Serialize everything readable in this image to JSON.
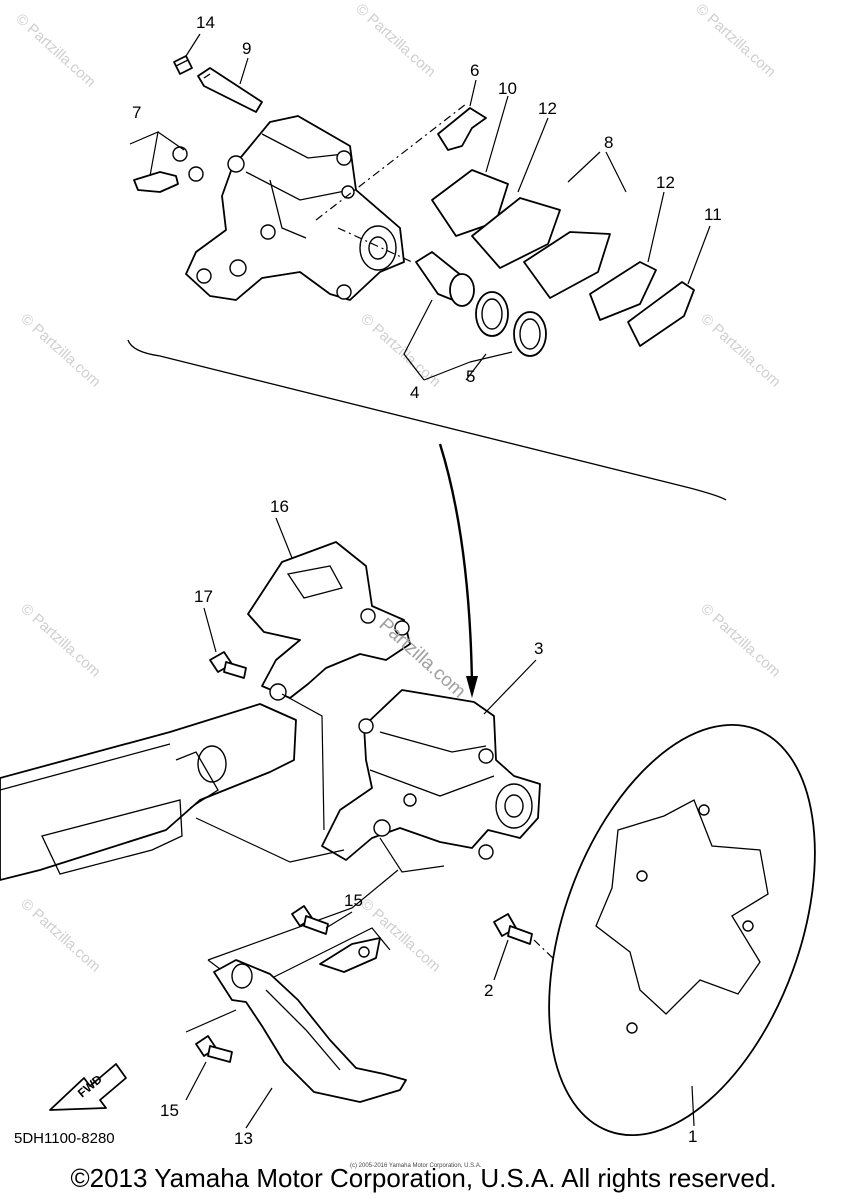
{
  "diagram_code": "5DH1100-8280",
  "copyright": "©2013 Yamaha Motor Corporation, U.S.A. All rights reserved.",
  "small_print": "(c) 2005-2016 Yamaha Motor Corporation, U.S.A.",
  "fwd_arrow_label": "FWD",
  "watermark_text": "© Partzilla.com",
  "center_watermark": "Partzilla.com",
  "callouts": [
    "1",
    "2",
    "3",
    "4",
    "5",
    "6",
    "7",
    "8",
    "9",
    "10",
    "11",
    "12",
    "12",
    "13",
    "14",
    "15",
    "15",
    "16",
    "17"
  ]
}
